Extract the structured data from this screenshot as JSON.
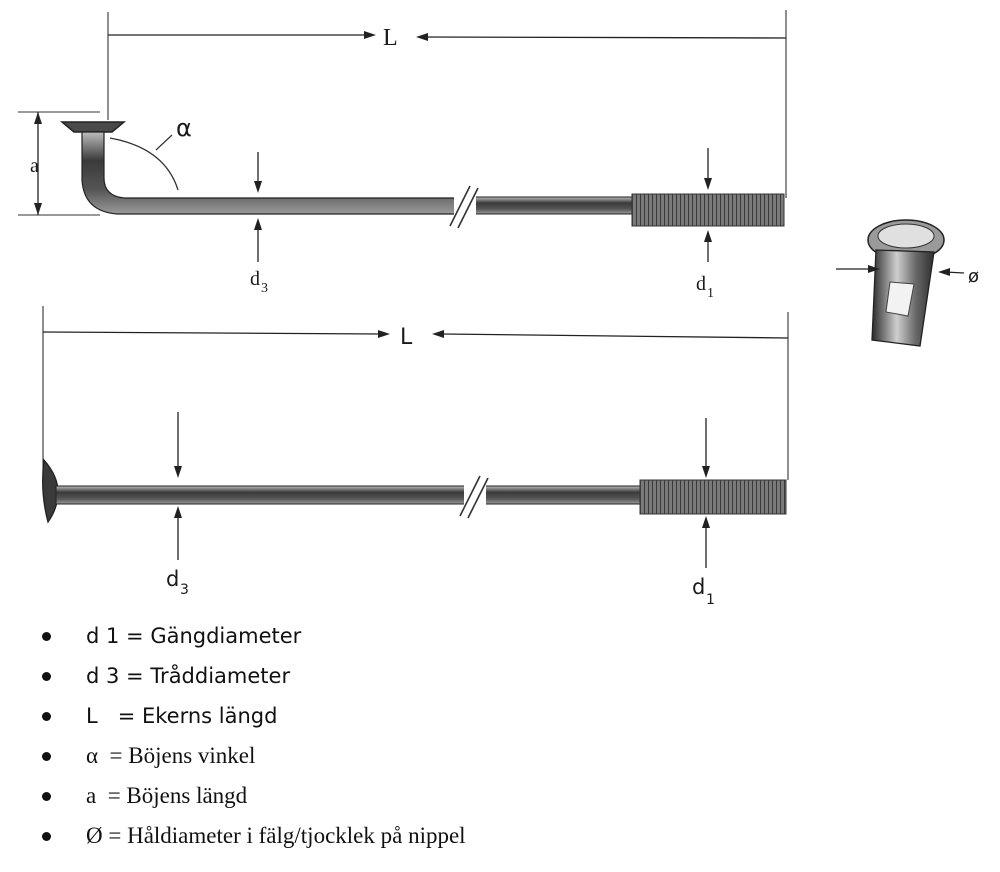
{
  "diagram": {
    "labels": {
      "L": "L",
      "alpha": "α",
      "a": "a",
      "d3": "d",
      "d3_sub": "3",
      "d1": "d",
      "d1_sub": "1",
      "phi": "ø"
    }
  },
  "legend": [
    {
      "text": "d 1 = Gängdiameter",
      "font": "sans"
    },
    {
      "text": "d 3 = Tråddiameter",
      "font": "sans"
    },
    {
      "text": "L   = Ekerns längd",
      "font": "sans"
    },
    {
      "text": "α  = Böjens vinkel",
      "font": "serif"
    },
    {
      "text": "a  = Böjens längd",
      "font": "serif"
    },
    {
      "text": "Ø = Håldiameter i fälg/tjocklek på nippel",
      "font": "serif"
    }
  ],
  "colors": {
    "ink": "#1a1a1a",
    "steel_dark": "#2b2b2b",
    "steel_mid": "#8a8a8a",
    "steel_light": "#d9d9d9",
    "paper": "#ffffff"
  }
}
